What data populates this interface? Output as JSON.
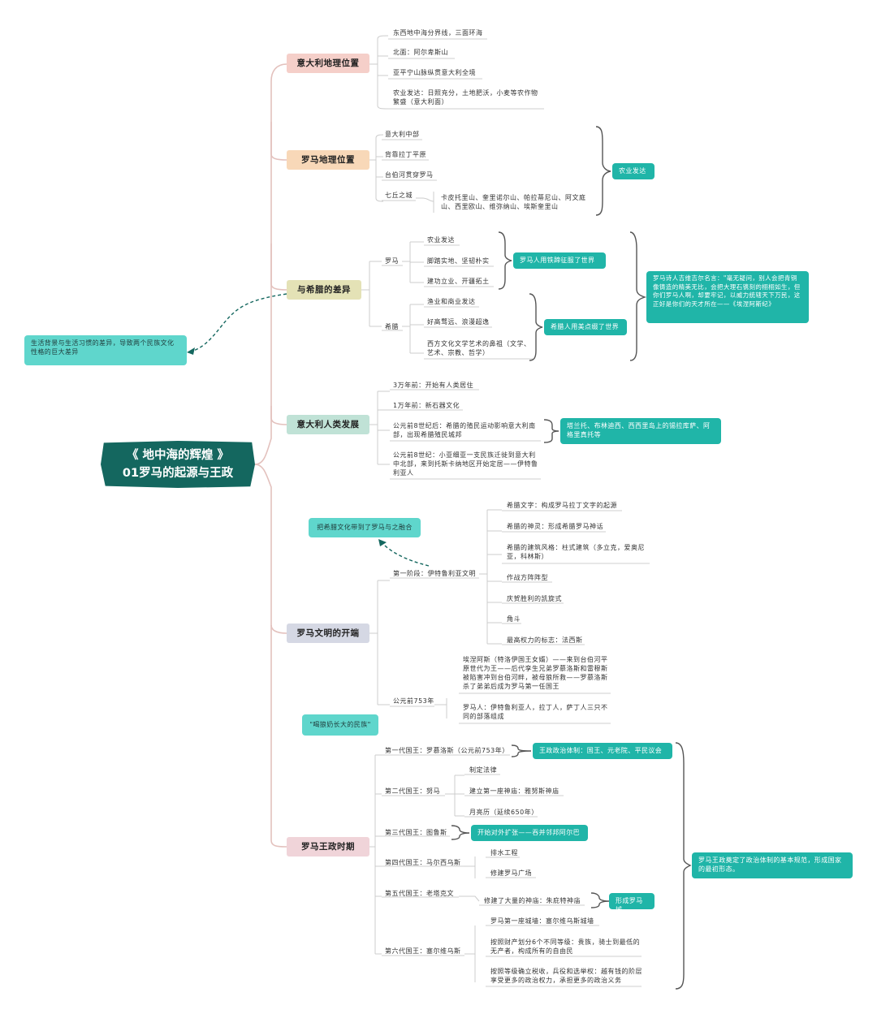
{
  "root": {
    "line1": "《 地中海的辉煌 》",
    "line2": "01罗马的起源与王政"
  },
  "colors": {
    "teal": "#20b5a8",
    "teal_light": "#5fd6cc",
    "root_bg": "#14675f",
    "branch_line": "#e3c1bd"
  },
  "side_note": "生活背景与生活习惯的差异，导致两个民族文化性格的巨大差异",
  "branches": {
    "italy_geo": {
      "title": "意大利地理位置",
      "items": [
        "东西地中海分界线，三面环海",
        "北面：阿尔卑斯山",
        "亚平宁山脉纵贯意大利全境",
        "农业发达：日照充分，土地肥沃，小麦等农作物繁盛（意大利面）"
      ]
    },
    "rome_geo": {
      "title": "罗马地理位置",
      "items": [
        "意大利中部",
        "背靠拉丁平原",
        "台伯河贯穿罗马",
        "七丘之城"
      ],
      "hills": "卡皮托里山、奎里诺尔山、帕拉蒂尼山、阿文庭山、西里欧山、维弥纳山、埃斯奎里山",
      "summary": "农业发达"
    },
    "greece_diff": {
      "title": "与希腊的差异",
      "rome_label": "罗马",
      "rome_items": [
        "农业发达",
        "脚踏实地、坚韧朴实",
        "建功立业、开疆拓土"
      ],
      "rome_summary": "罗马人用铁蹄征服了世界",
      "greece_label": "希腊",
      "greece_items": [
        "渔业和商业发达",
        "好高骛远、浪漫超逸",
        "西方文化文学艺术的鼻祖（文学、艺术、宗教、哲学）"
      ],
      "greece_summary": "希腊人用美点缀了世界",
      "quote": "罗马诗人吉维吉尔名言：\"毫无疑问，别人会把青铜像铸造的精美无比，会把大理石镌刻的栩栩如生，但你们罗马人啊，却要牢记，以威力统辖天下万民，这正好是你们的天才所在——《埃涅阿斯纪》"
    },
    "human_dev": {
      "title": "意大利人类发展",
      "items": [
        "3万年前：开始有人类居住",
        "1万年前：新石器文化",
        "公元前8世纪后：希腊的殖民运动影响意大利南部，出现希腊殖民城邦",
        "公元前8世纪：小亚细亚一支民族迁徙到意大利中北部，来到托斯卡纳地区开始定居——伊特鲁利亚人"
      ],
      "summary": "塔兰托、布林迪西、西西里岛上的锡拉库萨、阿格里真托等"
    },
    "civ_start": {
      "title": "罗马文明的开端",
      "stage1": "第一阶段：伊特鲁利亚文明",
      "stage1_note": "把希腊文化带到了罗马与之融合",
      "stage1_items": [
        "希腊文字：构成罗马拉丁文字的起源",
        "希腊的神灵：形成希腊罗马神话",
        "希腊的建筑风格：柱式建筑（多立克，爱奥尼亚，科林斯）",
        "作战方阵阵型",
        "庆贺胜利的凯旋式",
        "角斗",
        "最高权力的标志：法西斯"
      ],
      "year": "公元前753年",
      "year_items": [
        "埃涅阿斯（特洛伊国王女婿）——来到台伯河平原世代为王——后代孪生兄弟罗慕洛斯和雷穆斯被陷害冲到台伯河畔，被母狼所救——罗慕洛斯杀了弟弟后成为罗马第一任国王",
        "罗马人：伊特鲁利亚人，拉丁人，萨丁人三只不同的部落组成"
      ],
      "wolf_note": "\"喝狼奶长大的民族\""
    },
    "kingdom": {
      "title": "罗马王政时期",
      "king1": "第一代国王：罗慕洛斯（公元前753年）",
      "king1_note": "王政政治体制：国王、元老院、平民议会",
      "king2": "第二代国王：努马",
      "king2_items": [
        "制定法律",
        "建立第一座神庙：雅努斯神庙",
        "月亮历（延续650年）"
      ],
      "king3": "第三代国王：图鲁斯",
      "king3_note": "开始对外扩张——吞并邻邦阿尔巴",
      "king4": "第四代国王：马尔西乌斯",
      "king4_items": [
        "排水工程",
        "修建罗马广场"
      ],
      "king5": "第五代国王：老塔克文",
      "king5_item": "修建了大量的神庙：朱庇特神庙",
      "king5_note": "形成罗马城",
      "king6": "第六代国王：塞尔维乌斯",
      "king6_items": [
        "罗马第一座城墙：塞尔维乌斯城墙",
        "按照财产划分6个不同等级：贵族，骑士到最低的无产者，构成所有的自由民",
        "按照等级确立税收，兵役和选举权：越有钱的阶层享受更多的政治权力，承担更多的政治义务"
      ],
      "summary": "罗马王政奠定了政治体制的基本规范，形成国家的最初形态。"
    }
  }
}
